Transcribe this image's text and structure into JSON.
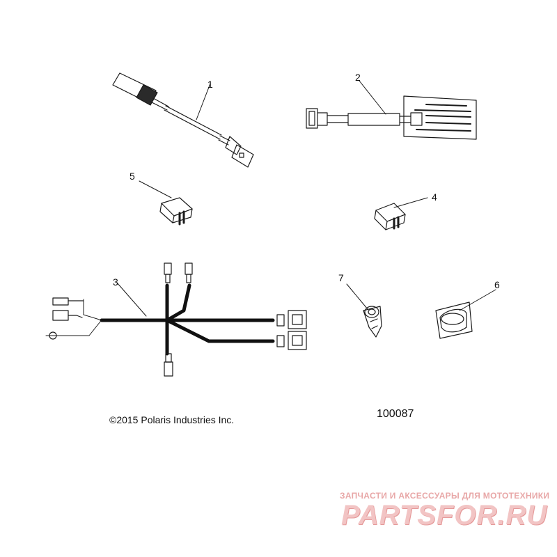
{
  "diagram": {
    "callouts": [
      "1",
      "2",
      "3",
      "4",
      "5",
      "6",
      "7"
    ],
    "copyright": "©2015 Polaris Industries Inc.",
    "figure_number": "100087",
    "line_color": "#1a1a1a",
    "background": "#ffffff"
  },
  "watermark": {
    "tagline": "ЗАПЧАСТИ И АКСЕССУАРЫ ДЛЯ МОТОТЕХНИКИ",
    "logo_text": "PARTSFOR.RU",
    "color": "#e8a7a7"
  }
}
